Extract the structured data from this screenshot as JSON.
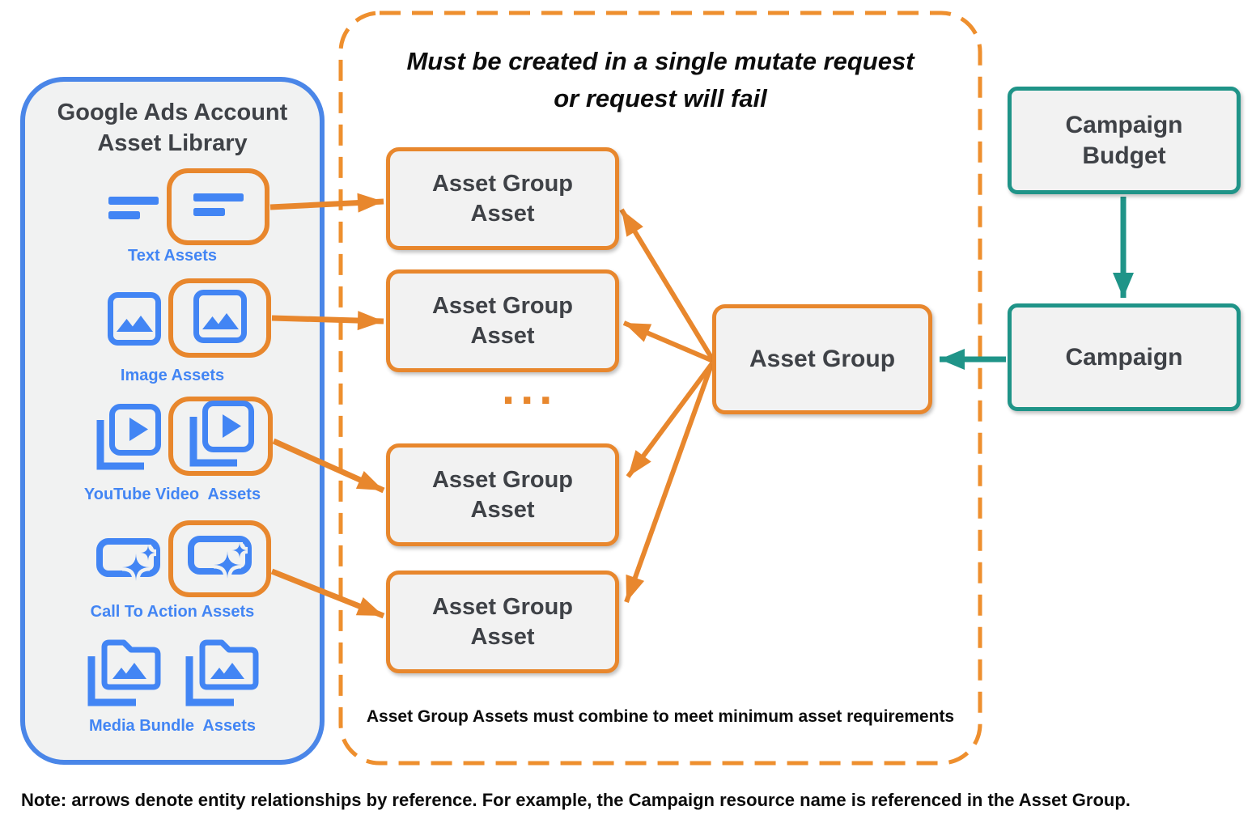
{
  "left_panel": {
    "title": "Google Ads Account\nAsset Library",
    "items": [
      {
        "label": "Text Assets",
        "icon": "text-asset-icon"
      },
      {
        "label": "Image Assets",
        "icon": "image-asset-icon"
      },
      {
        "label": "YouTube Video  Assets",
        "icon": "youtube-video-asset-icon"
      },
      {
        "label": "Call To Action Assets",
        "icon": "call-to-action-asset-icon"
      },
      {
        "label": "Media Bundle  Assets",
        "icon": "media-bundle-asset-icon"
      }
    ]
  },
  "mutate_panel": {
    "title": "Must be created in a single mutate request\nor request will fail",
    "asset_group_asset_boxes": [
      "Asset Group\nAsset",
      "Asset Group\nAsset",
      "Asset Group\nAsset",
      "Asset Group\nAsset"
    ],
    "ellipsis": "...",
    "caption": "Asset Group Assets must combine to meet minimum asset requirements"
  },
  "asset_group": {
    "label": "Asset Group"
  },
  "campaign_budget": {
    "label": "Campaign\nBudget"
  },
  "campaign": {
    "label": "Campaign"
  },
  "note": "Note: arrows denote entity relationships by reference. For example, the Campaign resource name is referenced in the Asset Group.",
  "colors": {
    "blue": "#4285F4",
    "blue_panel_border": "#4A86E8",
    "orange": "#E8872D",
    "orange_dashed": "#EE8F2E",
    "teal": "#1F9488",
    "node_fill": "#F2F2F2",
    "panel_fill": "#F1F2F2",
    "dark_text": "#3F4247"
  }
}
